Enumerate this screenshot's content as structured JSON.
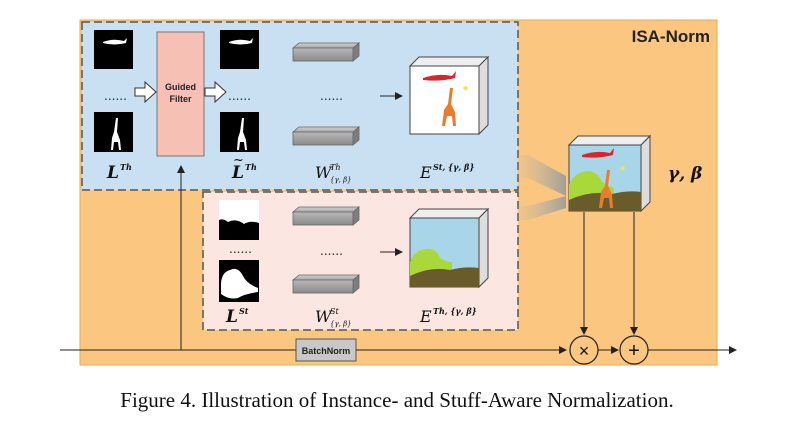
{
  "module_title": "ISA-Norm",
  "guided_filter": {
    "line1": "Guided",
    "line2": "Filter"
  },
  "batchnorm_label": "BatchNorm",
  "ellipsis": "......",
  "labels": {
    "l_th": {
      "base": "L",
      "sup": "Th"
    },
    "l_tilde_th": {
      "base": "L",
      "sup": "Th"
    },
    "w_th": {
      "base": "W",
      "sup": "Th",
      "sub": "{γ, β}"
    },
    "e_st": {
      "base": "E",
      "sup": "St, {γ, β}"
    },
    "l_st": {
      "base": "L",
      "sup": "St"
    },
    "w_st": {
      "base": "W",
      "sup": "St",
      "sub": "{γ, β}"
    },
    "e_th": {
      "base": "E",
      "sup": "Th, {γ, β}"
    }
  },
  "output_label": "γ, β",
  "ops": {
    "multiply": "×",
    "add": "+"
  },
  "caption": "Figure 4. Illustration of Instance- and Stuff-Aware Normalization.",
  "colors": {
    "outer_bg": "#fbc67f",
    "thing_panel": "#c9dff2",
    "stuff_panel": "#fbe6e2",
    "guided_filter": "#f7c0b4",
    "sky": "#a8d5e8",
    "grass": "#a8d83a",
    "ground": "#6a5b2a",
    "plane": "#d8262f",
    "giraffe": "#e97d2c"
  }
}
